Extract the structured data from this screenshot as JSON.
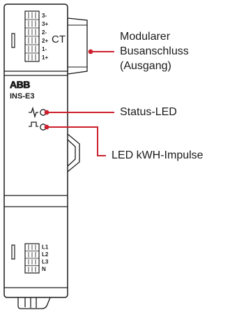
{
  "colors": {
    "outline": "#1a1a1a",
    "leader": "#cc1f2d",
    "background": "#ffffff"
  },
  "device": {
    "ct_terminals": [
      "3-",
      "3+",
      "2-",
      "2+",
      "1-",
      "1+"
    ],
    "ct_label": "CT",
    "brand_logo": "ABB",
    "model": "INS-E3",
    "voltage_terminals": [
      "L1",
      "L2",
      "L3",
      "N"
    ]
  },
  "callouts": {
    "bus": {
      "lines": [
        "Modularer",
        "Busanschluss",
        "(Ausgang)"
      ]
    },
    "status_led": {
      "label": "Status-LED"
    },
    "pulse_led": {
      "label": "LED kWH-Impulse"
    }
  },
  "icons": {
    "status_led_symbol": "power-wave-icon",
    "pulse_led_symbol": "square-pulse-icon"
  }
}
